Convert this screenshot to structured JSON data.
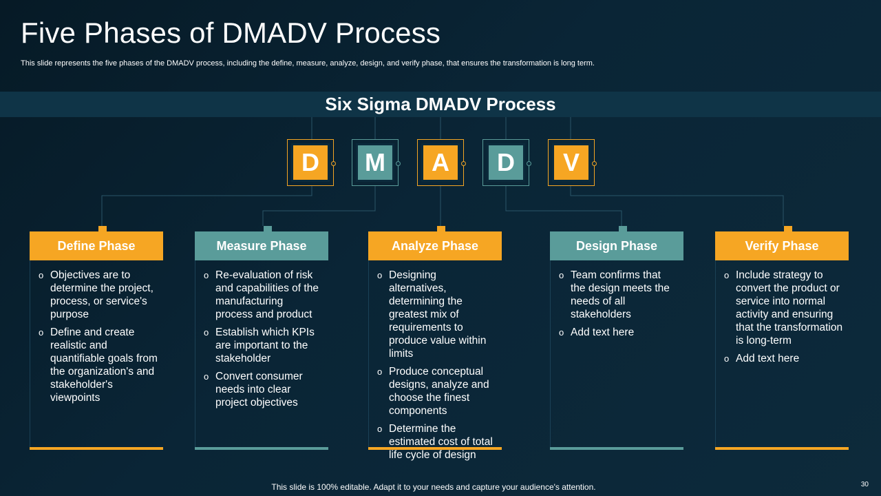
{
  "title": "Five Phases of DMADV Process",
  "subtitle": "This slide represents the five phases of the DMADV  process, including the define, measure, analyze, design, and verify phase, that ensures the transformation is long term.",
  "banner_title": "Six Sigma DMADV Process",
  "letters": [
    "D",
    "M",
    "A",
    "D",
    "V"
  ],
  "colors": {
    "orange": "#f6a623",
    "teal": "#5a9c9a",
    "background": "#0a2536",
    "banner": "#0f3447"
  },
  "phases": [
    {
      "title": "Define Phase",
      "color": "orange",
      "items": [
        "Objectives are to determine the project, process, or service's purpose",
        "Define and create realistic and quantifiable goals from the organization's and stakeholder's viewpoints"
      ]
    },
    {
      "title": "Measure Phase",
      "color": "teal",
      "items": [
        "Re-evaluation of risk and capabilities of the manufacturing process and product",
        "Establish which KPIs are important to the stakeholder",
        "Convert consumer needs into clear project objectives"
      ]
    },
    {
      "title": "Analyze Phase",
      "color": "orange",
      "items": [
        "Designing alternatives, determining the greatest mix of requirements to produce value within limits",
        "Produce conceptual designs, analyze and choose the finest components",
        "Determine the estimated cost of total life cycle of design"
      ]
    },
    {
      "title": "Design Phase",
      "color": "teal",
      "items": [
        "Team confirms that the design meets the needs of all stakeholders",
        "Add text here"
      ]
    },
    {
      "title": "Verify Phase",
      "color": "orange",
      "items": [
        "Include strategy to convert the product or service into normal activity and ensuring that the transformation is long-term",
        "Add text here"
      ]
    }
  ],
  "footer_note": "This slide is 100% editable. Adapt it to your needs and capture your audience's attention.",
  "page_number": "30"
}
